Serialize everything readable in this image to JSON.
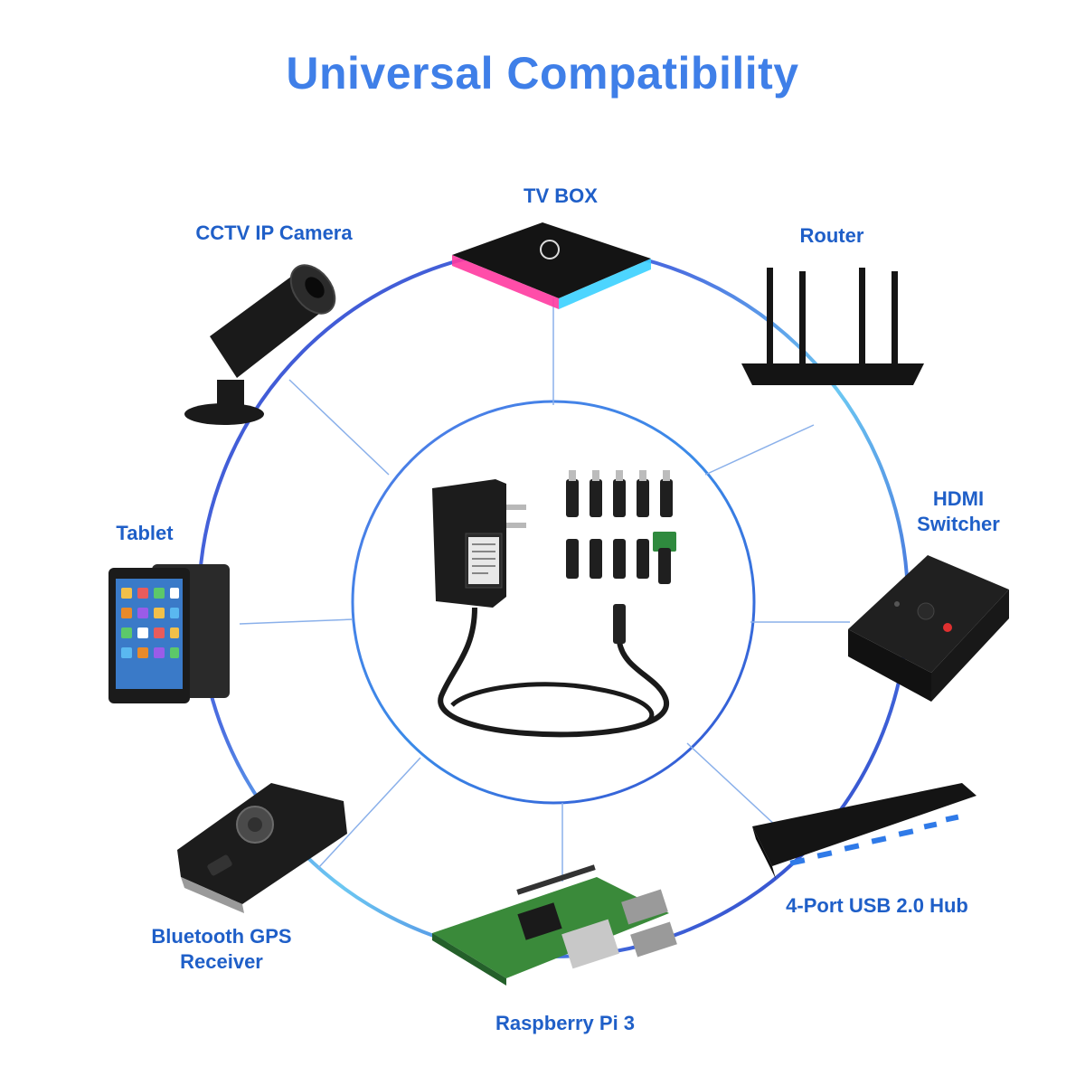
{
  "title": "Universal Compatibility",
  "devices": {
    "tv_box": "TV BOX",
    "cctv": "CCTV IP Camera",
    "router": "Router",
    "tablet": "Tablet",
    "hdmi_line1": "HDMI",
    "hdmi_line2": "Switcher",
    "gps_line1": "Bluetooth GPS",
    "gps_line2": "Receiver",
    "usb_hub": "4-Port USB 2.0 Hub",
    "raspberry": "Raspberry Pi 3"
  },
  "colors": {
    "title": "#3f7fe8",
    "label": "#1f5fc8",
    "ring_outer": "#3a5fd8",
    "ring_accent": "#5ec8f0",
    "spoke": "#7aa8e8",
    "device_dark": "#1c1c1c"
  }
}
